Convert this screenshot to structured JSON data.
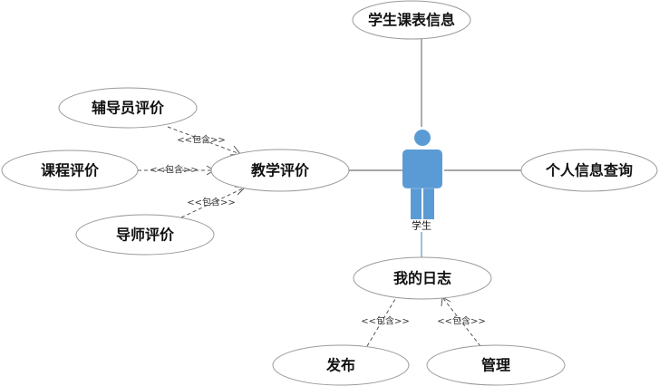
{
  "actor": {
    "label": "学生"
  },
  "use_cases": {
    "schedule": "学生课表信息",
    "tutor_eval": "辅导员评价",
    "course_eval": "课程评价",
    "teaching_eval": "教学评价",
    "advisor_eval": "导师评价",
    "personal_info": "个人信息查询",
    "my_log": "我的日志",
    "publish": "发布",
    "manage": "管理"
  },
  "relations": {
    "include_tutor": "<<包含>>",
    "include_course": "<<包含>>",
    "include_advisor": "<<包含>>",
    "include_publish": "<<包含>>",
    "include_manage": "<<包含>>"
  }
}
